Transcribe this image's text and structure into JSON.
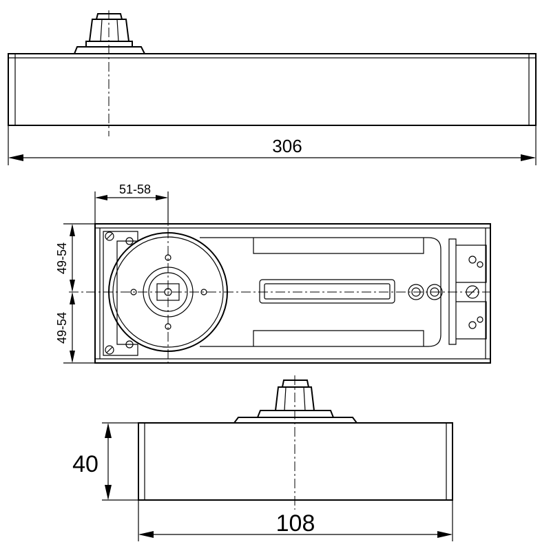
{
  "dimensions": {
    "length": "306",
    "spindle_offset": "51-58",
    "half_width_upper": "49-54",
    "half_width_lower": "49-54",
    "height": "40",
    "width": "108"
  }
}
